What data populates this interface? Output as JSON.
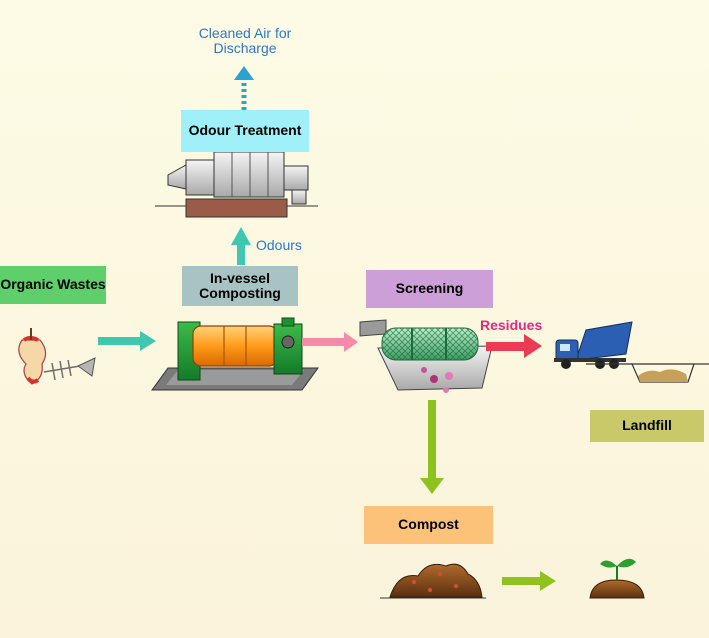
{
  "labels": {
    "cleaned_air": "Cleaned Air for Discharge",
    "odour_treatment": "Odour Treatment",
    "odours": "Odours",
    "organic_wastes": "Organic Wastes",
    "in_vessel": "In-vessel Composting",
    "screening": "Screening",
    "residues": "Residues",
    "landfill": "Landfill",
    "compost": "Compost"
  },
  "colors": {
    "odour_box": "#9ff0f8",
    "organic_box": "#5ecf6a",
    "invessel_box": "#a8c3c3",
    "screening_box": "#cc9fd8",
    "landfill_box": "#c9c96a",
    "compost_box": "#fcc27a",
    "blue_arrow": "#2aa3cf",
    "teal_arrow": "#3fc7b0",
    "pink_arrow": "#f58aaa",
    "red_arrow": "#ee3b55",
    "green_arrow": "#8fc21f",
    "residues_text": "#e8287a",
    "air_text": "#2c78c8"
  }
}
